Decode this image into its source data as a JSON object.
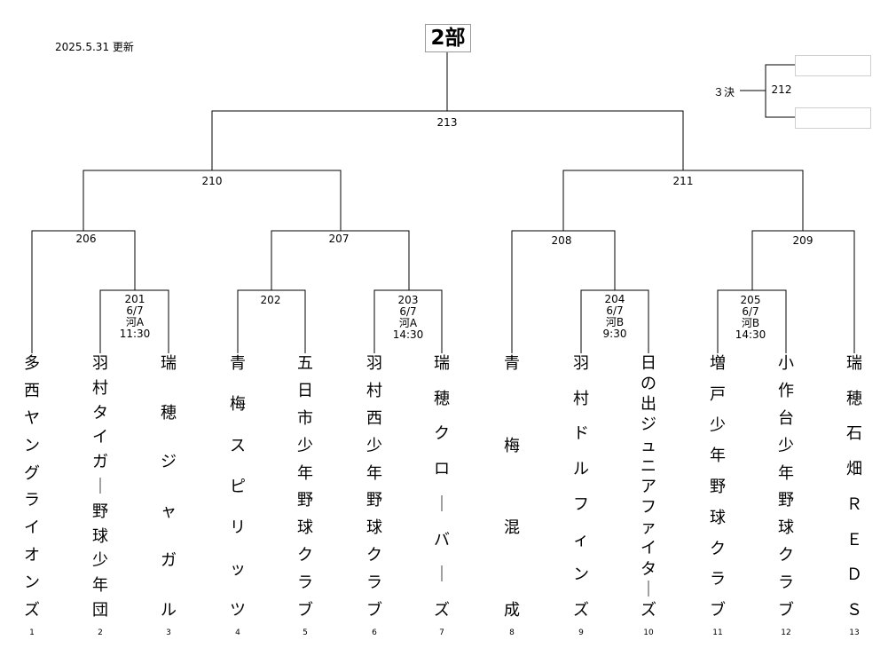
{
  "updated": "2025.5.31 更新",
  "division": "2部",
  "third_place": {
    "label": "３決",
    "match": "212"
  },
  "matches": {
    "m201": {
      "num": "201",
      "info": [
        "6/7",
        "河A",
        "11:30"
      ]
    },
    "m202": {
      "num": "202",
      "info": []
    },
    "m203": {
      "num": "203",
      "info": [
        "6/7",
        "河A",
        "14:30"
      ]
    },
    "m204": {
      "num": "204",
      "info": [
        "6/7",
        "河B",
        "9:30"
      ]
    },
    "m205": {
      "num": "205",
      "info": [
        "6/7",
        "河B",
        "14:30"
      ]
    },
    "m206": {
      "num": "206"
    },
    "m207": {
      "num": "207"
    },
    "m208": {
      "num": "208"
    },
    "m209": {
      "num": "209"
    },
    "m210": {
      "num": "210"
    },
    "m211": {
      "num": "211"
    },
    "m213": {
      "num": "213"
    }
  },
  "teams": [
    {
      "no": "1",
      "name": "多西ヤングライオンズ"
    },
    {
      "no": "2",
      "name": "羽村タイガー野球少年団"
    },
    {
      "no": "3",
      "name": "瑞穂ジャガル"
    },
    {
      "no": "4",
      "name": "青梅スピリッツ"
    },
    {
      "no": "5",
      "name": "五日市少年野球クラブ"
    },
    {
      "no": "6",
      "name": "羽村西少年野球クラブ"
    },
    {
      "no": "7",
      "name": "瑞穂クローバーズ"
    },
    {
      "no": "8",
      "name": "青梅混成"
    },
    {
      "no": "9",
      "name": "羽村ドルフィンズ"
    },
    {
      "no": "10",
      "name": "日の出ジュニアファイターズ"
    },
    {
      "no": "11",
      "name": "増戸少年野球クラブ"
    },
    {
      "no": "12",
      "name": "小作台少年野球クラブ"
    },
    {
      "no": "13",
      "name": "瑞穂石畑ＲＥＤＳ"
    }
  ]
}
